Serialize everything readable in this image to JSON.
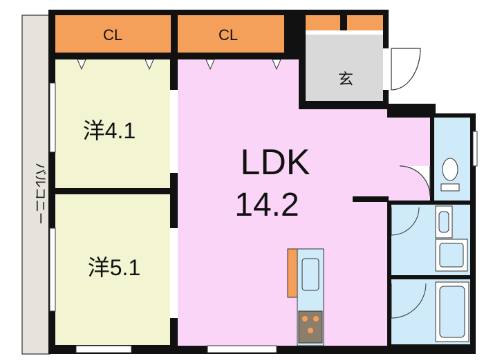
{
  "rooms": {
    "closet_left": "CL",
    "closet_right": "CL",
    "entrance": "玄",
    "western_top": "洋4.1",
    "western_bottom": "洋5.1",
    "ldk_name": "LDK",
    "ldk_size": "14.2",
    "balcony": "バルコニー"
  },
  "colors": {
    "closet": "#f5a05a",
    "western": "#f2f4d2",
    "ldk": "#fbd5f7",
    "wet_area": "#cfeaf8",
    "entrance": "#d9d9d9",
    "balcony": "#e6e2dc",
    "wall": "#111111"
  },
  "icons": [
    "toilet-icon",
    "washbasin-icon",
    "washing-machine-icon",
    "bathtub-icon",
    "kitchen-sink-icon",
    "stove-icon",
    "door-swing-icon"
  ]
}
